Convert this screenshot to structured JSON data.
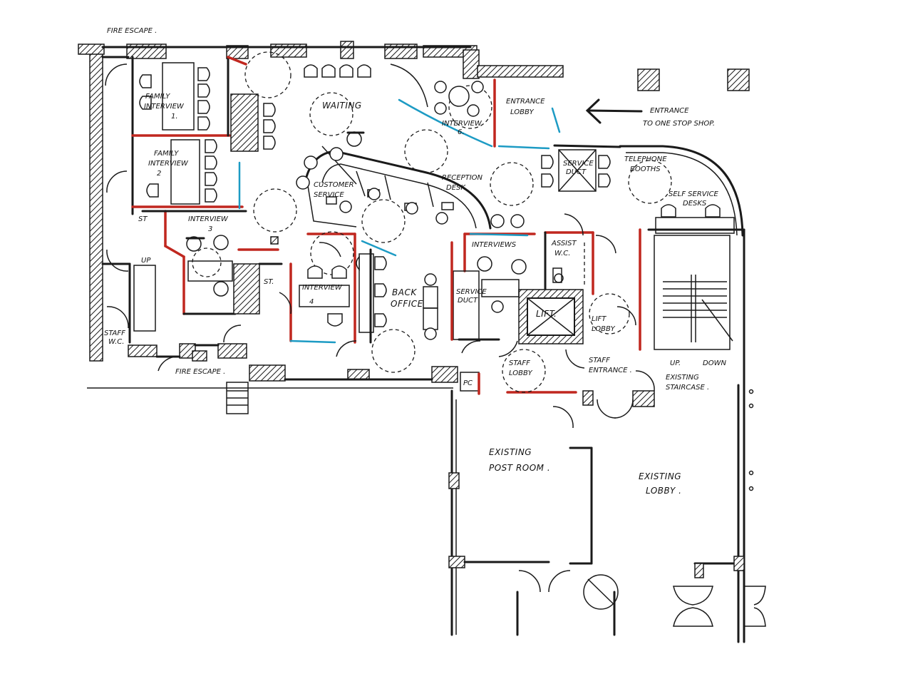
{
  "colors": {
    "ink": "#1a1a1a",
    "new_wall": "#c0271f",
    "glazing": "#1d9bc4",
    "paper": "#ffffff"
  },
  "labels": {
    "fire_escape_top": "FIRE ESCAPE .",
    "family_interview_1": [
      "FAMILY",
      "INTERVIEW",
      "1."
    ],
    "family_interview_2": [
      "FAMILY",
      "INTERVIEW",
      "2"
    ],
    "interview_3": [
      "INTERVIEW",
      "3"
    ],
    "st_left": "ST",
    "staff_wc": [
      "STAFF",
      "W.C."
    ],
    "up_left": "UP",
    "fire_escape_bottom": "FIRE ESCAPE .",
    "waiting": "WAITING",
    "customer_service": [
      "CUSTOMER",
      "SERVICE"
    ],
    "reception_desk": [
      "RECEPTION",
      "DESK"
    ],
    "interview_6": [
      "INTERVIEW",
      "6."
    ],
    "entrance_lobby": [
      "ENTRANCE",
      "LOBBY"
    ],
    "entrance_note": [
      "ENTRANCE",
      "TO ONE STOP SHOP."
    ],
    "service_duct_top": [
      "SERVICE",
      "DUCT"
    ],
    "telephone_booths": [
      "TELEPHONE",
      "BOOTHS"
    ],
    "self_service_desks": [
      "SELF SERVICE",
      "DESKS"
    ],
    "st_mid": "ST.",
    "interview_4": [
      "INTERVIEW",
      "4"
    ],
    "back_office": [
      "BACK",
      "OFFICE"
    ],
    "interviews_5": "INTERVIEWS",
    "assist_wc": [
      "ASSIST",
      "W.C."
    ],
    "service_duct_mid": [
      "SERVICE",
      "DUCT"
    ],
    "lift": "LIFT.",
    "lift_lobby": [
      "LIFT",
      "LOBBY"
    ],
    "staff_lobby": [
      "STAFF",
      "LOBBY"
    ],
    "staff_entrance": [
      "STAFF",
      "ENTRANCE ."
    ],
    "pc": "PC",
    "up_right": "UP.",
    "down_right": "DOWN",
    "existing_staircase": [
      "EXISTING",
      "STAIRCASE ."
    ],
    "existing_post_room": [
      "EXISTING",
      "POST ROOM ."
    ],
    "existing_lobby": [
      "EXISTING",
      "LOBBY ."
    ]
  }
}
